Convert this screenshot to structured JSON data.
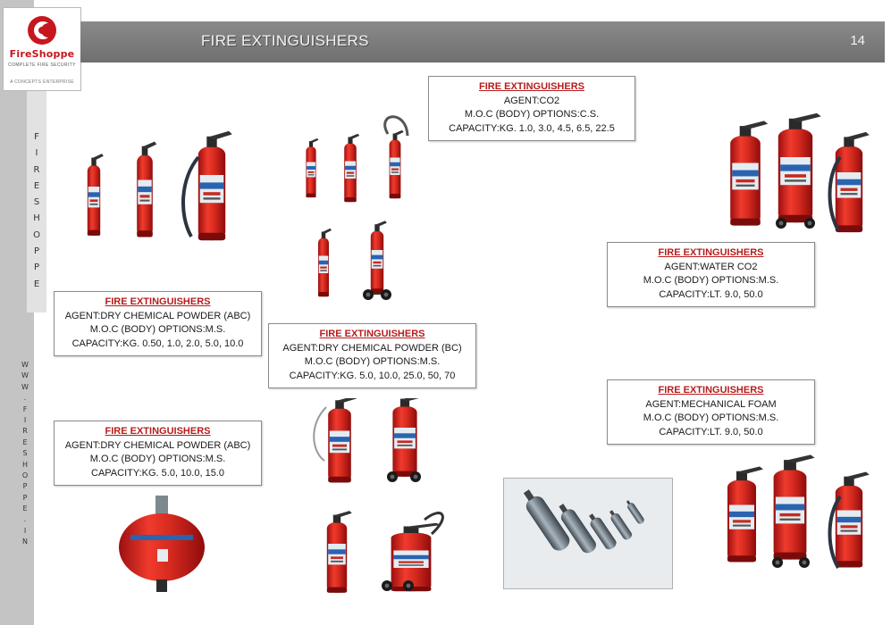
{
  "logo": {
    "name": "FireShoppe",
    "tagline": "COMPLETE FIRE SECURITY",
    "subline": "A CONCEPTS ENTERPRISE"
  },
  "sidebar": {
    "brand_letters": [
      "F",
      "I",
      "R",
      "E",
      "S",
      "H",
      "O",
      "P",
      "P",
      "E"
    ],
    "web_letters": [
      "W",
      "W",
      "W",
      ".",
      "F",
      "I",
      "R",
      "E",
      "S",
      "H",
      "O",
      "P",
      "P",
      "E",
      ".",
      "I",
      "N"
    ]
  },
  "header": {
    "title": "FIRE EXTINGUISHERS",
    "page_number": "14"
  },
  "colors": {
    "brand_red": "#c7161e",
    "title_red": "#b71c1c",
    "header_gray": "#7a7a7a"
  },
  "cards": {
    "co2": {
      "title": "FIRE EXTINGUISHERS",
      "agent": "AGENT:CO2",
      "moc": "M.O.C (BODY) OPTIONS:C.S.",
      "capacity": "CAPACITY:KG. 1.0, 3.0, 4.5, 6.5, 22.5"
    },
    "water_co2": {
      "title": "FIRE EXTINGUISHERS",
      "agent": "AGENT:WATER CO2",
      "moc": "M.O.C (BODY) OPTIONS:M.S.",
      "capacity": "CAPACITY:LT. 9.0, 50.0"
    },
    "dcp_abc_small": {
      "title": "FIRE EXTINGUISHERS",
      "agent": "AGENT:DRY CHEMICAL POWDER (ABC)",
      "moc": "M.O.C (BODY) OPTIONS:M.S.",
      "capacity": "CAPACITY:KG. 0.50, 1.0, 2.0, 5.0, 10.0"
    },
    "dcp_bc": {
      "title": "FIRE EXTINGUISHERS",
      "agent": "AGENT:DRY CHEMICAL POWDER (BC)",
      "moc": "M.O.C (BODY) OPTIONS:M.S.",
      "capacity": "CAPACITY:KG. 5.0, 10.0, 25.0, 50, 70"
    },
    "mech_foam": {
      "title": "FIRE EXTINGUISHERS",
      "agent": "AGENT:MECHANICAL FOAM",
      "moc": "M.O.C (BODY) OPTIONS:M.S.",
      "capacity": "CAPACITY:LT. 9.0, 50.0"
    },
    "dcp_abc_modular": {
      "title": "FIRE EXTINGUISHERS",
      "agent": "AGENT:DRY CHEMICAL POWDER (ABC)",
      "moc": "M.O.C (BODY) OPTIONS:M.S.",
      "capacity": "CAPACITY:KG. 5.0, 10.0, 15.0"
    }
  }
}
